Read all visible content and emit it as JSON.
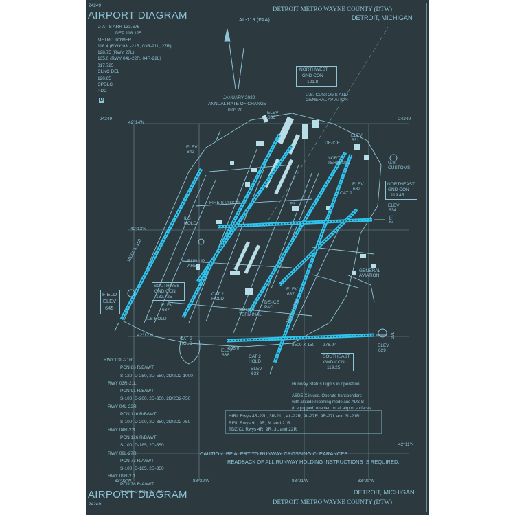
{
  "header": {
    "chart_number": "24249",
    "title": "AIRPORT DIAGRAM",
    "airport_name": "DETROIT METRO WAYNE COUNTY",
    "airport_id": "(DTW)",
    "city": "DETROIT, MICHIGAN",
    "al_number": "AL-119 (FAA)"
  },
  "frequencies": [
    "D-ATIS ARR 133.675",
    "DEP 118.125",
    "METRO TOWER",
    "118.4 (RWY 03L-21R, 03R-21L, 27R)",
    "128.75 (RWY 27L)",
    "135.0 (RWY 04L-22R, 04R-22L)",
    "317.725",
    "CLNC DEL",
    "120.65",
    "CPDLC",
    "PDC"
  ],
  "d_badge": "D",
  "magnetic": {
    "date": "JANUARY 2020",
    "change_label": "ANNUAL RATE OF CHANGE",
    "change_value": "0.0° W"
  },
  "labels": {
    "elev_642": [
      "ELEV",
      "642"
    ],
    "elev_636_top": [
      "ELEV",
      "636"
    ],
    "elev_631": [
      "ELEV",
      "631"
    ],
    "elev_632": [
      "ELEV",
      "632"
    ],
    "elev_634": [
      "ELEV",
      "634"
    ],
    "elev_637": [
      "ELEV",
      "637"
    ],
    "elev_637b": [
      "ELEV",
      "637"
    ],
    "elev_636_bot": [
      "ELEV",
      "636"
    ],
    "elev_633": [
      "ELEV",
      "633"
    ],
    "elev_629": [
      "ELEV",
      "629"
    ],
    "field_elev": [
      "FIELD",
      "ELEV",
      "645"
    ],
    "us_customs_ga": [
      "U.S. CUSTOMS AND",
      "GENERAL AVIATION"
    ],
    "us_customs": [
      "U.S.",
      "CUSTOMS"
    ],
    "north_terminal": [
      "NORTH",
      "TERMINAL"
    ],
    "de_ice": "DE-ICE",
    "fire_station": "FIRE STATION",
    "ils_hold_top": [
      "ILS",
      "HOLD"
    ],
    "run_up": [
      "RUN-UP",
      "AREA"
    ],
    "ils_hold_bot": "ILS HOLD",
    "cat2_hold_a": [
      "CAT 2",
      "HOLD"
    ],
    "cat2_hold_b": [
      "CAT 2",
      "HOLD"
    ],
    "cat2_hold_c": [
      "CAT 2",
      "HOLD"
    ],
    "cat2_632": "CAT 2",
    "south_terminal": [
      "SOUTH",
      "TERMINAL"
    ],
    "de_ice_pad": [
      "DE-ICE",
      "PAD"
    ],
    "general_aviation": [
      "GENERAL",
      "AVIATION"
    ],
    "e3": "E3",
    "rwy_dims_bottom": "8500 X 150",
    "rwy_heading_27l": "276.0°",
    "rwy_heading_096": "096.0°",
    "rwy_27r": "27R",
    "rwy_27l": "27L",
    "rwy_10000": "10000 X 150",
    "rwy_12003": "12003 X 200",
    "lat_top": "42°14'N",
    "lat_mid": "42°13'N",
    "lat_bot": "42°12'N",
    "lat_br": "42°11'N",
    "lon_1": "83°23'W",
    "lon_2": "83°22'W",
    "lon_3": "83°21'W",
    "lon_4": "83°20'W",
    "chart_num_margin": "24249"
  },
  "gnd_con": {
    "northwest": [
      "NORTHWEST",
      "GND CON",
      "121.8"
    ],
    "northeast": [
      "NORTHEAST",
      "GND CON",
      "119.45"
    ],
    "southwest": [
      "SOUTHWEST",
      "GND CON",
      "132.725"
    ],
    "southeast": [
      "SOUTHEAST",
      "GND CON",
      "119.25"
    ]
  },
  "runway_info": [
    "RWY 03L-21R",
    "PCN 86 R/B/W/T",
    "S-120, D-250, 2D-550, 2D/2D2-1000",
    "RWY 03R-21L",
    "PCN 91 R/B/W/T",
    "S-100, D-200, 2D-350, 2D/2D2-750",
    "RWY 04L-22R",
    "PCN 126 R/B/W/T",
    "S-100, D-200, 2D-350, 2D/2D2-750",
    "RWY 04R-22L",
    "PCN 126 R/B/W/T",
    "S-100, D-185, 2D-350",
    "RWY 09L-27R",
    "PCN 73 R/A/W/T",
    "S-100, D-185, 2D-350",
    "RWY 09R-27L",
    "PCN 78 R/A/W/T",
    "S-100, D-185, 2D-350"
  ],
  "notes": {
    "rsl": "Runway Status Lights in operation.",
    "asde": [
      "ASDE-X in use. Operate transponders",
      "with altitude reporting mode and ADS-B",
      "(if equipped) enabled on all airport surfaces"
    ],
    "lighting": [
      "HIRL Rwys 4R-22L, 3R-21L, 4L-22R, 9L-27R, 9R-27L and 3L-21R",
      "REIL Rwys 9L, 9R, 3L and 21R",
      "TDZ/CL Rwys 4R, 9R, 3L and 22R"
    ],
    "caution": "CAUTION: BE ALERT TO RUNWAY CROSSING CLEARANCES.",
    "readback": "READBACK OF ALL RUNWAY HOLDING INSTRUCTIONS IS REQUIRED."
  },
  "footer": {
    "title": "AIRPORT DIAGRAM",
    "chart_number": "24249",
    "city": "DETROIT, MICHIGAN",
    "airport_name": "DETROIT METRO WAYNE COUNTY",
    "airport_id": "(DTW)"
  },
  "colors": {
    "background": "#2c3a40",
    "linework": "#8ec4d6",
    "runway": "#2ec4ee",
    "buildings": "#b9dde6",
    "outer_margin": "#ffffff"
  }
}
